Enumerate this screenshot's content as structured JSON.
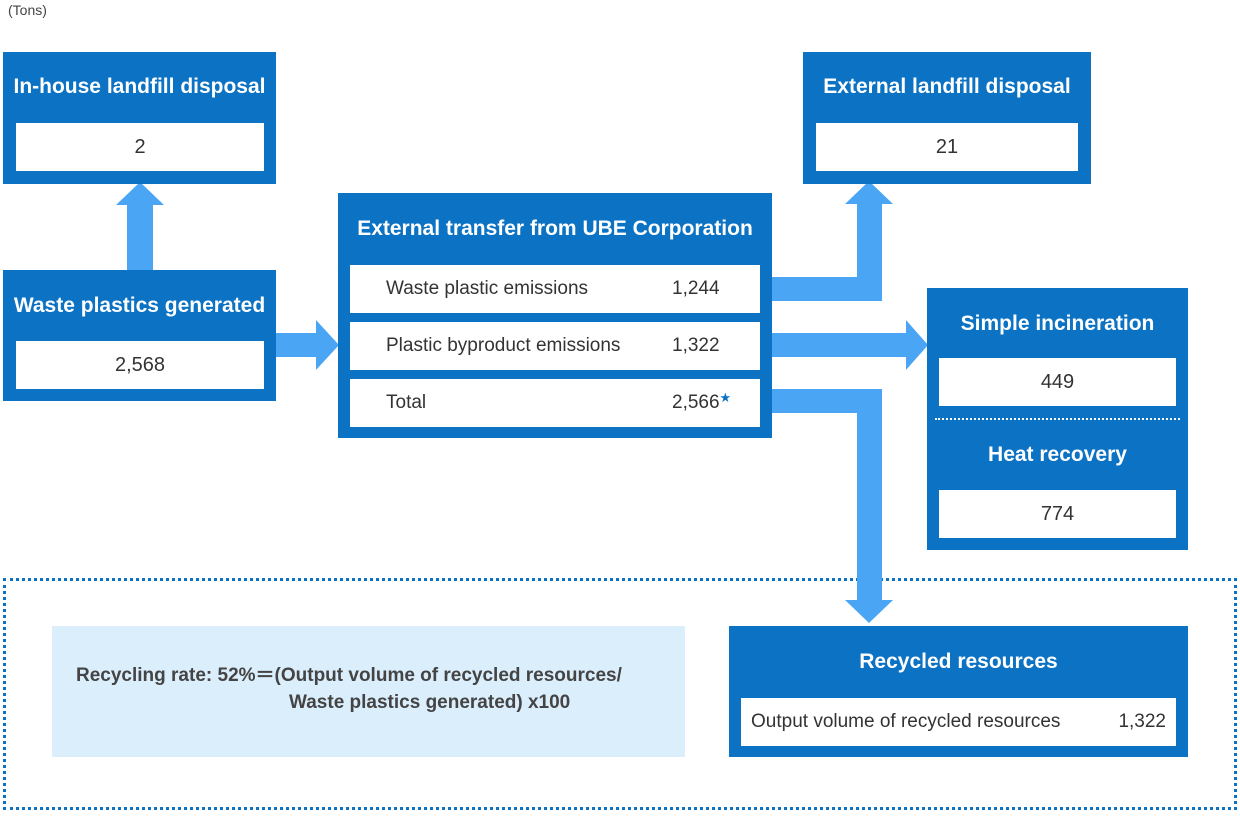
{
  "unit_label": "(Tons)",
  "colors": {
    "box": "#0b72c4",
    "arrow": "#4aa6f5",
    "formula_bg": "#dbeefc"
  },
  "inhouse_landfill": {
    "title": "In-house landfill disposal",
    "value": "2"
  },
  "waste_generated": {
    "title": "Waste plastics generated",
    "value": "2,568"
  },
  "external_transfer": {
    "title": "External transfer from UBE Corporation",
    "rows": [
      {
        "label": "Waste plastic emissions",
        "value": "1,244"
      },
      {
        "label": "Plastic byproduct emissions",
        "value": "1,322"
      },
      {
        "label": "Total",
        "value": "2,566",
        "mark": "★"
      }
    ]
  },
  "external_landfill": {
    "title": "External landfill disposal",
    "value": "21"
  },
  "simple_incineration": {
    "title": "Simple incineration",
    "value": "449"
  },
  "heat_recovery": {
    "title": "Heat recovery",
    "value": "774"
  },
  "recycled": {
    "title": "Recycled resources",
    "label": "Output volume of recycled resources",
    "value": "1,322"
  },
  "formula": {
    "line1": "Recycling rate: 52%＝(Output volume of recycled resources/",
    "line2": "Waste plastics generated) x100"
  }
}
